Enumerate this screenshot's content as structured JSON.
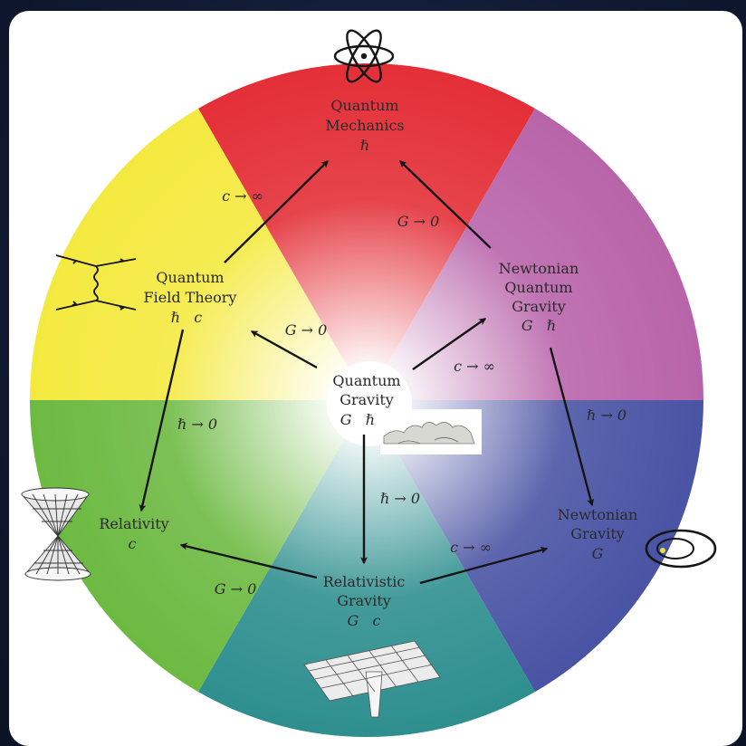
{
  "colors": {
    "wedge_top": "#e32b34",
    "wedge_upper_right": "#b761a8",
    "wedge_lower_right": "#4650a2",
    "wedge_bottom": "#2b8d8d",
    "wedge_lower_left": "#6ab83e",
    "wedge_upper_left": "#f4e93c",
    "arrow": "#151515",
    "background": "#101a33"
  },
  "nodes": {
    "quantum_mechanics": {
      "line1": "Quantum",
      "line2": "Mechanics",
      "constants": "ℏ"
    },
    "quantum_field_theory": {
      "line1": "Quantum",
      "line2": "Field Theory",
      "constants": "ℏ   c"
    },
    "newtonian_quantum_gravity": {
      "line1": "Newtonian",
      "line2": "Quantum",
      "line3": "Gravity",
      "constants": "G   ℏ"
    },
    "quantum_gravity": {
      "line1": "Quantum",
      "line2": "Gravity",
      "constants": "G   ℏ   c"
    },
    "relativity": {
      "line1": "Relativity",
      "constants": "c"
    },
    "newtonian_gravity": {
      "line1": "Newtonian",
      "line2": "Gravity",
      "constants": "G"
    },
    "relativistic_gravity": {
      "line1": "Relativistic",
      "line2": "Gravity",
      "constants": "G   c"
    }
  },
  "edge_labels": {
    "qft_to_qm": "c → ∞",
    "nqg_to_qm": "G → 0",
    "qg_to_qft": "G → 0",
    "qg_to_nqg": "c → ∞",
    "qft_to_rel": "ℏ → 0",
    "nqg_to_ng": "ℏ → 0",
    "qg_to_rg": "ℏ → 0",
    "rg_to_rel": "G → 0",
    "rg_to_ng": "c → ∞"
  },
  "icons": {
    "top": "atom-icon",
    "left": "feynman-diagram-icon",
    "lower_left": "light-cone-icon",
    "right": "elliptical-orbit-icon",
    "bottom": "gravity-well-icon",
    "center": "landscape-sketch-icon"
  }
}
